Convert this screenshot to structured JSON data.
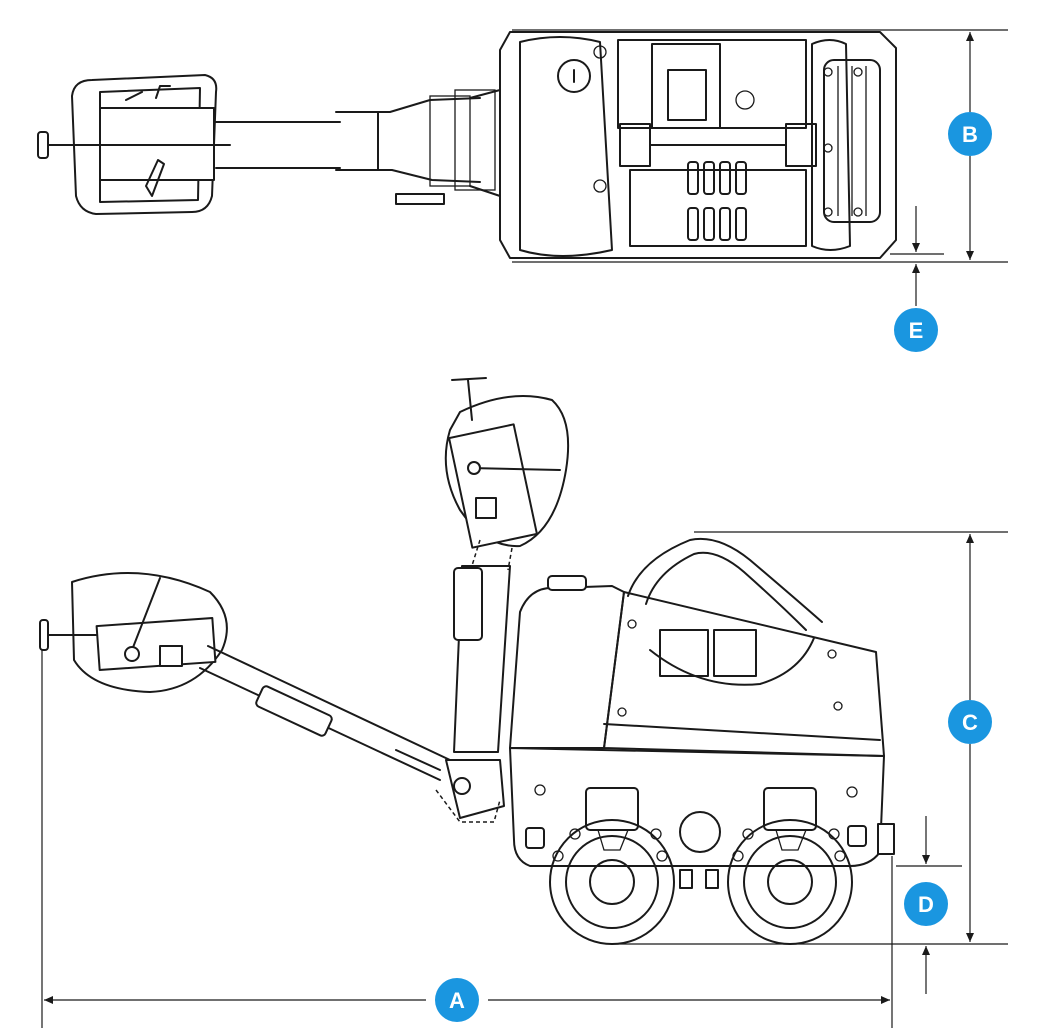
{
  "badge_color": "#1a96e0",
  "line_color": "#1a1a1a",
  "top_view": {
    "dimensions": {
      "width": "B",
      "side_clearance": "E"
    }
  },
  "side_view": {
    "dimensions": {
      "length": "A",
      "height": "C",
      "ground_clearance": "D"
    }
  }
}
